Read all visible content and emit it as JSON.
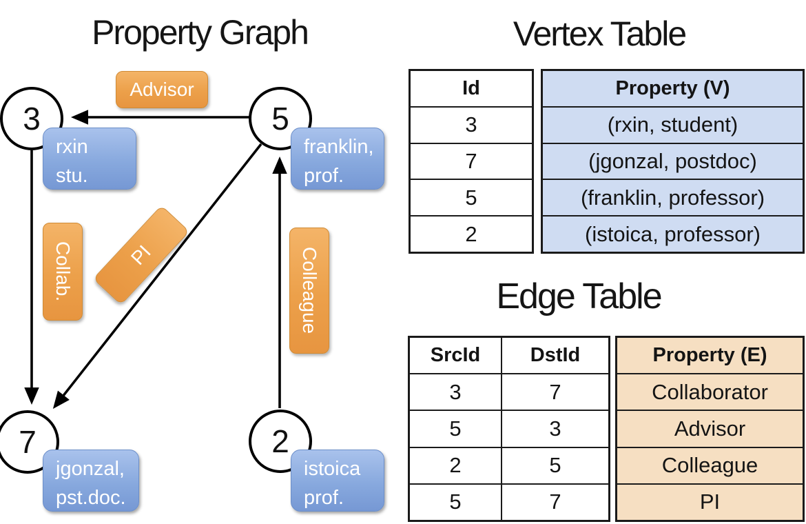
{
  "graph": {
    "title": "Property Graph",
    "nodes": [
      {
        "id": "3",
        "label_lines": [
          "rxin",
          "stu."
        ]
      },
      {
        "id": "5",
        "label_lines": [
          "franklin,",
          "prof."
        ]
      },
      {
        "id": "7",
        "label_lines": [
          "jgonzal,",
          "pst.doc."
        ]
      },
      {
        "id": "2",
        "label_lines": [
          "istoica",
          "prof."
        ]
      }
    ],
    "edge_labels": {
      "advisor": "Advisor",
      "collab": "Collab.",
      "pi": "PI",
      "colleague": "Colleague"
    },
    "edges": [
      {
        "src": "5",
        "dst": "3",
        "label": "Advisor"
      },
      {
        "src": "3",
        "dst": "7",
        "label": "Collab."
      },
      {
        "src": "5",
        "dst": "7",
        "label": "PI"
      },
      {
        "src": "2",
        "dst": "5",
        "label": "Colleague"
      }
    ]
  },
  "vertex_table": {
    "title": "Vertex Table",
    "columns": [
      "Id",
      "Property (V)"
    ],
    "rows": [
      [
        "3",
        "(rxin, student)"
      ],
      [
        "7",
        "(jgonzal, postdoc)"
      ],
      [
        "5",
        "(franklin, professor)"
      ],
      [
        "2",
        "(istoica, professor)"
      ]
    ]
  },
  "edge_table": {
    "title": "Edge Table",
    "columns": [
      "SrcId",
      "DstId",
      "Property (E)"
    ],
    "rows": [
      [
        "3",
        "7",
        "Collaborator"
      ],
      [
        "5",
        "3",
        "Advisor"
      ],
      [
        "2",
        "5",
        "Colleague"
      ],
      [
        "5",
        "7",
        "PI"
      ]
    ]
  },
  "colors": {
    "edge_label_orange": "#eca04a",
    "vertex_box_blue": "#88a9de",
    "vertex_table_fill": "#cfdcf2",
    "edge_table_fill": "#f6dfc2",
    "line_black": "#000000"
  }
}
